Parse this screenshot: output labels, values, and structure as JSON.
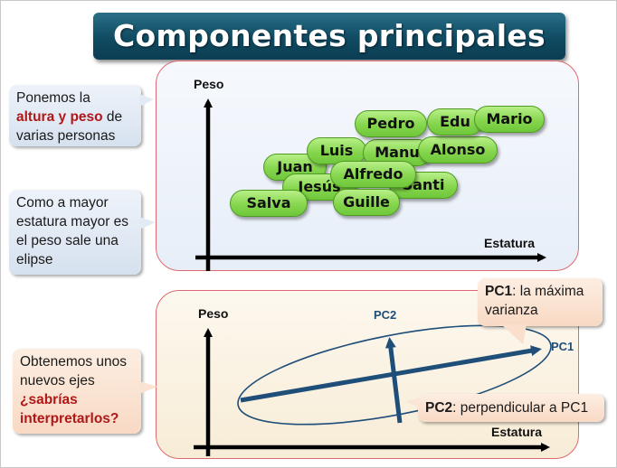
{
  "title": "Componentes principales",
  "top_panel": {
    "y_axis_label": "Peso",
    "x_axis_label": "Estatura",
    "names": {
      "salva": "Salva",
      "jesus": "Jesús",
      "juan": "Juan",
      "luis": "Luis",
      "guille": "Guille",
      "alfredo": "Alfredo",
      "santi": "Santi",
      "manu": "Manu",
      "alonso": "Alonso",
      "pedro": "Pedro",
      "edu": "Edu",
      "mario": "Mario"
    }
  },
  "bottom_panel": {
    "y_axis_label": "Peso",
    "x_axis_label": "Estatura",
    "pc1_label": "PC1",
    "pc2_label": "PC2"
  },
  "callouts": {
    "c1": {
      "pre": "Ponemos la",
      "highlight": "altura y peso",
      "mid": " de",
      "post": "varias personas"
    },
    "c2": {
      "text": "Como a mayor estatura mayor es el peso sale una elipse"
    },
    "c3": {
      "pre": "Obtenemos unos nuevos ejes ",
      "highlight": "¿sabrías interpretarlos?"
    },
    "c4": {
      "bold": "PC1",
      "text": ": la máxima varianza"
    },
    "c5": {
      "bold": "PC2",
      "text": ": perpendicular a PC1"
    }
  },
  "colors": {
    "title_bg": "#0f4b62",
    "panel_border": "#e06a72",
    "pill_green": "#86d64e",
    "arrow_blue": "#1f4e79",
    "highlight_red": "#b01818"
  }
}
